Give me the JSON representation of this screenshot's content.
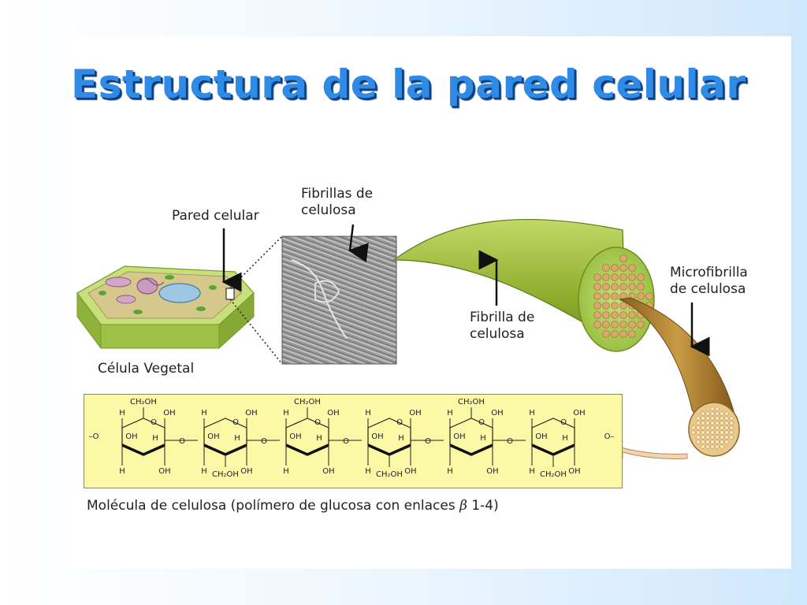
{
  "title": "Estructura de la pared celular",
  "labels": {
    "pared_celular": "Pared celular",
    "fibrillas_celulosa": "Fibrillas de\ncelulosa",
    "celula_vegetal": "Célula Vegetal",
    "fibrilla_celulosa": "Fibrilla de\ncelulosa",
    "microfibrilla_celulosa": "Microfibrilla\nde celulosa"
  },
  "caption": {
    "text": "Molécula de celulosa (polímero de glucosa con enlaces ",
    "symbol": "β",
    "suffix": " 1-4)"
  },
  "molecule": {
    "groups": [
      "H",
      "OH",
      "CH₂OH",
      "O"
    ]
  },
  "colors": {
    "title": "#2f8be6",
    "title_shadow": "#0b3f80",
    "plant_cell": "#a9cc5c",
    "fibril": "#8fae2d",
    "microfibril": "#b88a35",
    "molecule_box": "#fbf8a6",
    "arrow_pointer": "#f3d3b0"
  }
}
